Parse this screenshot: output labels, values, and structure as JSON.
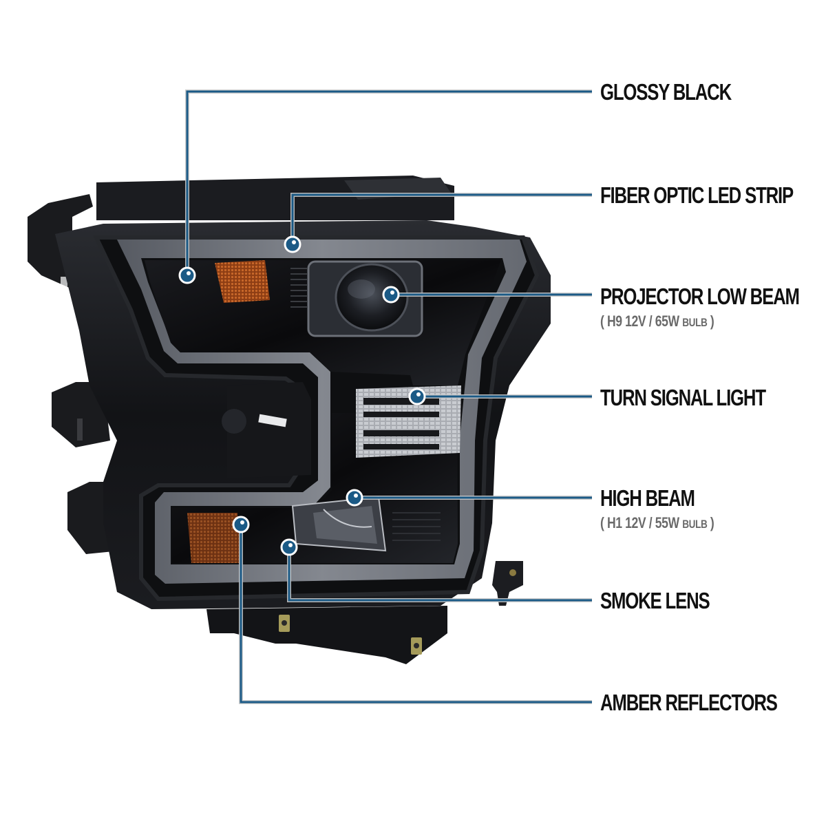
{
  "colors": {
    "callout_line": "#1b5a86",
    "callout_outline": "#c8c8c8",
    "label_text": "#111111",
    "sublabel_text": "#6a6a6a",
    "housing": "#121316",
    "led_strip": "#7c8087",
    "amber": "#b4551e"
  },
  "callouts": [
    {
      "id": "glossy-black",
      "label": "GLOSSY BLACK"
    },
    {
      "id": "fiber-optic-led-strip",
      "label": "FIBER OPTIC LED STRIP"
    },
    {
      "id": "projector-low-beam",
      "label": "PROJECTOR LOW BEAM",
      "sub": {
        "open": "(",
        "spec": "H9  12V / 65W",
        "unit": "BULB",
        "close": ")"
      }
    },
    {
      "id": "turn-signal-light",
      "label": "TURN SIGNAL LIGHT"
    },
    {
      "id": "high-beam",
      "label": "HIGH BEAM",
      "sub": {
        "open": "(",
        "spec": "H1  12V / 55W",
        "unit": "BULB",
        "close": ")"
      }
    },
    {
      "id": "smoke-lens",
      "label": "SMOKE LENS"
    },
    {
      "id": "amber-reflectors",
      "label": "AMBER REFLECTORS"
    }
  ]
}
